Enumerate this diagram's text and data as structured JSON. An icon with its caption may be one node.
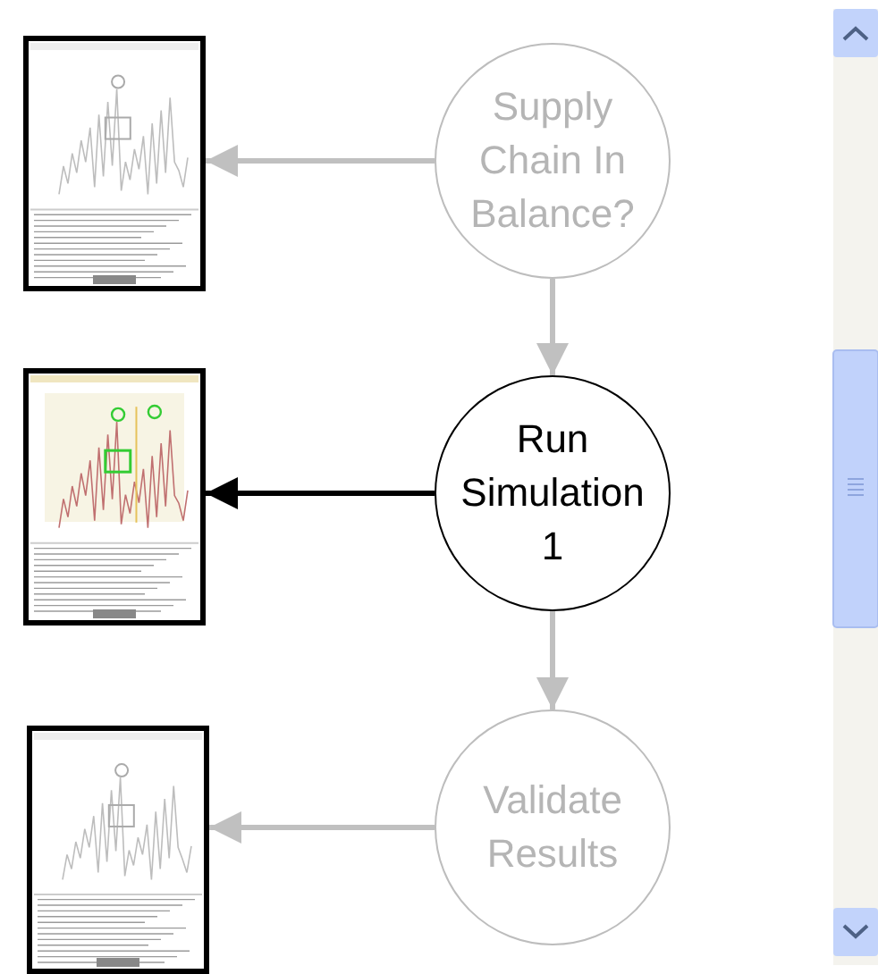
{
  "diagram": {
    "nodes": [
      {
        "text": [],
        "shape": "picture"
      },
      {
        "text": [
          "Supply Chain In Balance?"
        ]
      },
      {
        "text": [],
        "shape": "picture"
      },
      {
        "text": [
          "Run Simulation 1"
        ]
      },
      {
        "text": [],
        "shape": "picture"
      },
      {
        "text": [
          "Validate Results"
        ]
      }
    ],
    "edges": [
      {
        "from": 1,
        "to": 0,
        "arrow": "to"
      },
      {
        "from": 1,
        "to": 3,
        "arrow": "to"
      },
      {
        "from": 3,
        "to": 2,
        "arrow": "to",
        "color": "#000000"
      },
      {
        "from": 3,
        "to": 5,
        "arrow": "to"
      },
      {
        "from": 5,
        "to": 4,
        "arrow": "to"
      }
    ]
  }
}
